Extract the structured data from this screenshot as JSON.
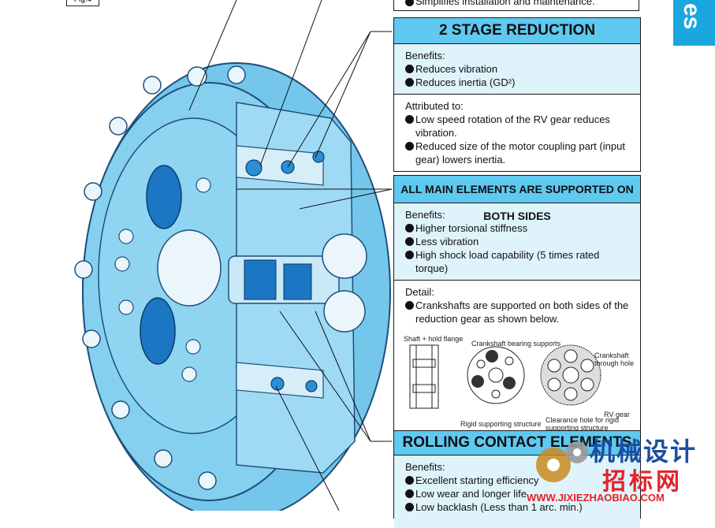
{
  "fig_label": "Fig.4",
  "top_fragment": "Simplifies installation and maintenance.",
  "side_tab": "es",
  "boxes": {
    "two_stage": {
      "title": "2 STAGE REDUCTION",
      "benefits_label": "Benefits:",
      "benefits": [
        "Reduces vibration",
        "Reduces inertia (GD²)"
      ],
      "attributed_label": "Attributed to:",
      "attributed": [
        "Low speed rotation of the RV gear reduces vibration.",
        "Reduced size of the motor coupling part (input gear) lowers inertia."
      ]
    },
    "both_sides": {
      "title": "ALL MAIN ELEMENTS ARE SUPPORTED ON BOTH SIDES",
      "benefits_label": "Benefits:",
      "benefits": [
        "Higher torsional stiffness",
        "Less vibration",
        "High shock load capability (5 times rated torque)"
      ],
      "detail_label": "Detail:",
      "detail": [
        "Crankshafts are supported on both sides of the reduction gear as shown below."
      ],
      "diagram_labels": {
        "shaft_hold": "Shaft + hold flange",
        "crank_bearing": "Crankshaft bearing supports",
        "crank_hole": "Crankshaft through hole",
        "rv_gear": "RV gear",
        "rigid": "Rigid supporting structure",
        "clearance": "Clearance hole for rigid supporting structure"
      }
    },
    "rolling": {
      "title": "ROLLING CONTACT ELEMENTS",
      "benefits_label": "Benefits:",
      "benefits": [
        "Excellent starting efficiency",
        "Low wear and longer life",
        "Low backlash (Less than 1 arc. min.)"
      ]
    }
  },
  "watermark": {
    "line1": "机械设计",
    "line2": "招标网",
    "url": "WWW.JIXIEZHAOBIAO.COM"
  },
  "colors": {
    "accent_blue": "#5fc9f0",
    "light_blue": "#dff3fb",
    "tab_blue": "#1aa7e0",
    "part_blue": "#74c6ea",
    "part_dark": "#2b8fd6",
    "wm_red": "#e4232a"
  }
}
